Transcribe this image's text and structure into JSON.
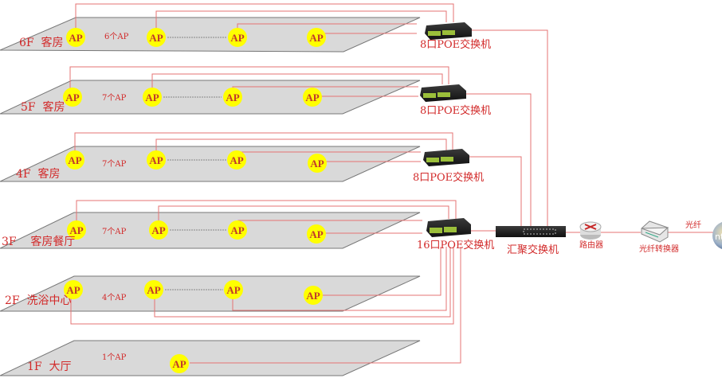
{
  "floors": [
    {
      "label": "6F  客房",
      "ap_count": "6个AP",
      "switch_label": "8口POE交换机"
    },
    {
      "label": "5F  客房",
      "ap_count": "7个AP",
      "switch_label": "8口POE交换机"
    },
    {
      "label": "4F  客房",
      "ap_count": "7个AP",
      "switch_label": "8口POE交换机"
    },
    {
      "label": "3F    客房餐厅",
      "ap_count": "7个AP",
      "switch_label": "16口POE交换机"
    },
    {
      "label": "2F  洗浴中心",
      "ap_count": "4个AP"
    },
    {
      "label": "1F  大厅",
      "ap_count": "1个AP"
    }
  ],
  "ap_label": "AP",
  "core_switch_label": "汇聚交换机",
  "router_label": "路由器",
  "media_converter_label": "光纤转换器",
  "fiber_label": "光纤",
  "internet_partial_label": "nt",
  "colors": {
    "wire": "#e57373",
    "ap_fill": "#ffff00",
    "floor_fill": "#d9d9d9",
    "label_red": "#d22a2a"
  }
}
